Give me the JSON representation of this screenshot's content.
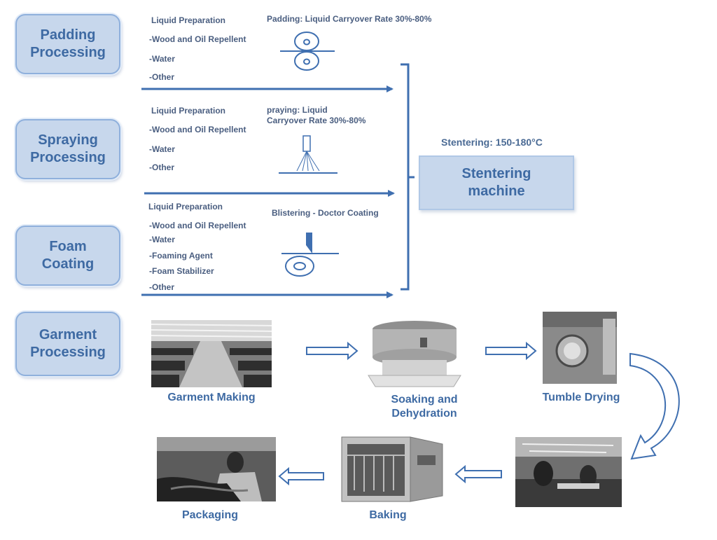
{
  "processes": {
    "padding": {
      "title": "Padding\nProcessing",
      "items": [
        "Liquid Preparation",
        "-Wood and Oil Repellent",
        "-Water",
        "-Other"
      ],
      "note": "Padding: Liquid Carryover Rate 30%-80%"
    },
    "spraying": {
      "title": "Spraying\nProcessing",
      "items": [
        "Liquid Preparation",
        "-Wood and Oil Repellent",
        "-Water",
        "-Other"
      ],
      "note": "praying: Liquid\nCarryover Rate 30%-80%"
    },
    "foam": {
      "title": "Foam\nCoating",
      "items": [
        "Liquid Preparation",
        "-Wood and Oil Repellent",
        "-Water",
        "-Foaming Agent",
        "-Foam Stabilizer",
        "-Other"
      ],
      "note": "Blistering - Doctor Coating"
    },
    "garment": {
      "title": "Garment\nProcessing"
    }
  },
  "stentering": {
    "label": "Stentering: 150-180°C",
    "title": "Stentering\nmachine"
  },
  "garment_steps": {
    "garment_making": "Garment Making",
    "soaking": "Soaking and\nDehydration",
    "tumble_drying": "Tumble Drying",
    "baking": "Baking",
    "packaging": "Packaging"
  },
  "colors": {
    "box_fill": "#c7d7ec",
    "box_border": "#8fb0dc",
    "arrow": "#3f6fb0",
    "text": "#4a5e80"
  }
}
